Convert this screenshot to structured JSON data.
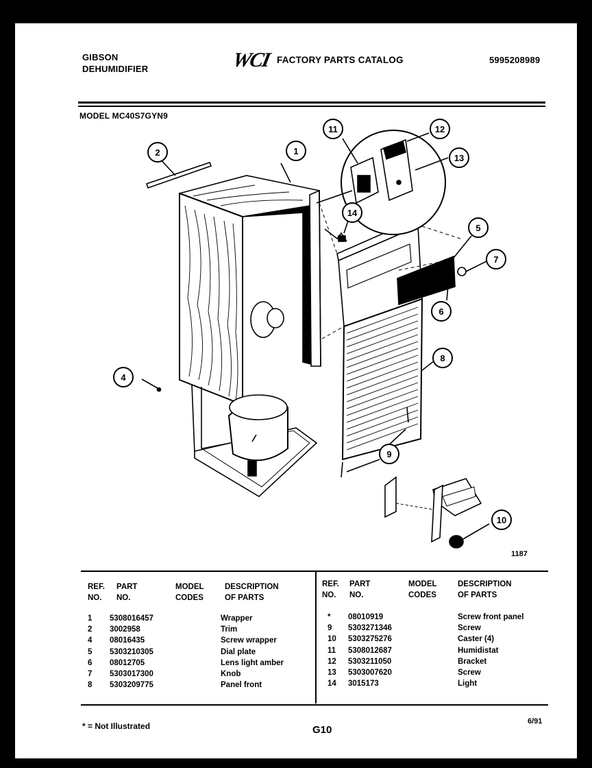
{
  "header": {
    "brand": "GIBSON",
    "product": "DEHUMIDIFIER",
    "logo_text": "WCI",
    "catalog_title": "FACTORY PARTS CATALOG",
    "catalog_number": "5995208989",
    "model_label": "MODEL MC40S7GYN9"
  },
  "diagram": {
    "callouts": [
      "1",
      "2",
      "4",
      "5",
      "6",
      "7",
      "8",
      "9",
      "10",
      "11",
      "12",
      "13",
      "14"
    ],
    "figure_number": "1187"
  },
  "table": {
    "headers_left": {
      "ref1": "REF.",
      "ref2": "NO.",
      "part1": "PART",
      "part2": "NO.",
      "mc1": "MODEL",
      "mc2": "CODES",
      "desc1": "DESCRIPTION",
      "desc2": "OF PARTS"
    },
    "headers_right": {
      "ref1": "REF.",
      "ref2": "NO.",
      "part1": "PART",
      "part2": "NO.",
      "mc1": "MODEL",
      "mc2": "CODES",
      "desc1": "DESCRIPTION",
      "desc2": "OF PARTS"
    },
    "left_rows": [
      {
        "ref": "1",
        "part": "5308016457",
        "desc": "Wrapper"
      },
      {
        "ref": "2",
        "part": "3002958",
        "desc": "Trim"
      },
      {
        "ref": "4",
        "part": "08016435",
        "desc": "Screw wrapper"
      },
      {
        "ref": "5",
        "part": "5303210305",
        "desc": "Dial plate"
      },
      {
        "ref": "6",
        "part": "08012705",
        "desc": "Lens light amber"
      },
      {
        "ref": "7",
        "part": "5303017300",
        "desc": "Knob"
      },
      {
        "ref": "8",
        "part": "5303209775",
        "desc": "Panel front"
      }
    ],
    "right_rows": [
      {
        "ref": "*",
        "part": "08010919",
        "desc": "Screw front panel"
      },
      {
        "ref": "9",
        "part": "5303271346",
        "desc": "Screw"
      },
      {
        "ref": "10",
        "part": "5303275276",
        "desc": "Caster (4)"
      },
      {
        "ref": "11",
        "part": "5308012687",
        "desc": "Humidistat"
      },
      {
        "ref": "12",
        "part": "5303211050",
        "desc": "Bracket"
      },
      {
        "ref": "13",
        "part": "5303007620",
        "desc": "Screw"
      },
      {
        "ref": "14",
        "part": "3015173",
        "desc": "Light"
      }
    ]
  },
  "footer": {
    "note": "* = Not Illustrated",
    "page": "G10",
    "date": "6/91"
  }
}
